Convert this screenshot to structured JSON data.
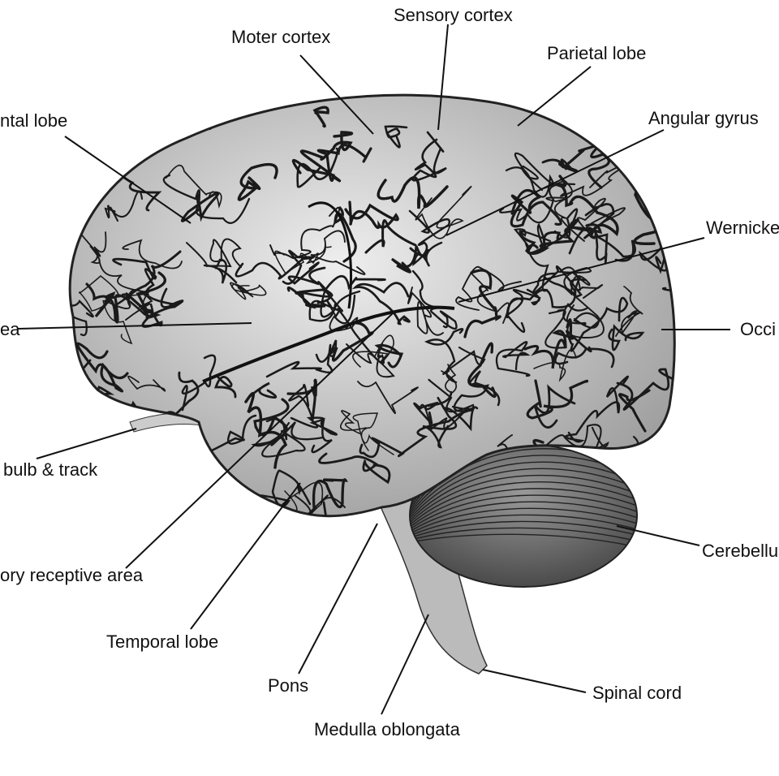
{
  "labels": {
    "sensory_cortex": "Sensory cortex",
    "motor_cortex": "Moter cortex",
    "parietal_lobe": "Parietal lobe",
    "frontal_lobe": "ntal lobe",
    "angular_gyrus": "Angular gyrus",
    "wernicke": "Wernicke",
    "broca": "ea",
    "occipital": "Occi",
    "olfactory": "bulb & track",
    "cerebellum": "Cerebellu",
    "auditory": "ory  receptive area",
    "temporal_lobe": "Temporal lobe",
    "pons": "Pons",
    "spinal_cord": "Spinal cord",
    "medulla": "Medulla oblongata"
  }
}
